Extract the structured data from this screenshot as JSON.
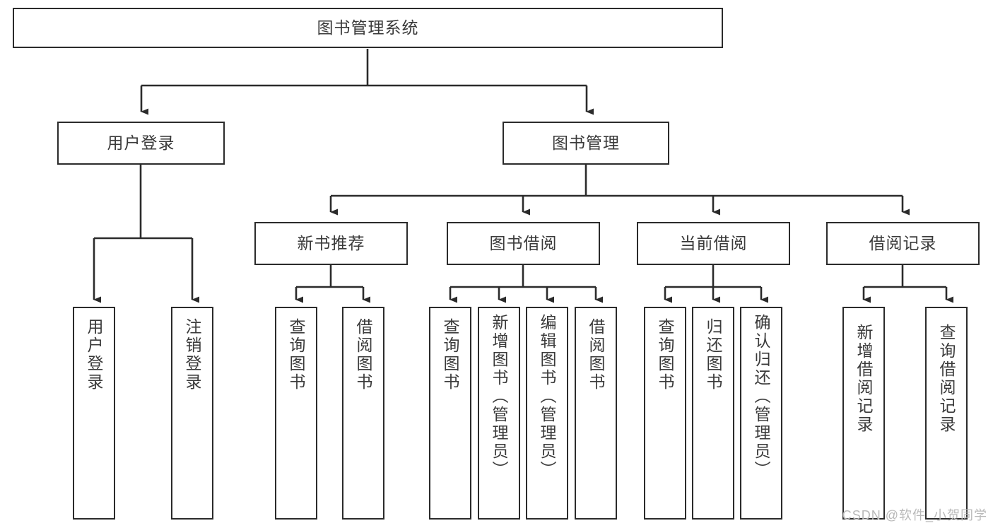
{
  "diagram": {
    "title": "图书管理系统",
    "type": "tree",
    "orientation": "top-down",
    "colors": {
      "box_border": "#2b2b2b",
      "box_fill": "#ffffff",
      "text": "#3a3a3a",
      "edge": "#2b2b2b",
      "watermark": "#b9b9b9",
      "background": "#ffffff"
    },
    "root": {
      "id": "root",
      "label": "图书管理系统",
      "orientation": "horizontal"
    },
    "level2": [
      {
        "id": "user-login",
        "label": "用户登录",
        "orientation": "horizontal"
      },
      {
        "id": "book-manage",
        "label": "图书管理",
        "orientation": "horizontal"
      }
    ],
    "level3": [
      {
        "id": "new-book-recommend",
        "label": "新书推荐",
        "orientation": "horizontal",
        "parent": "book-manage"
      },
      {
        "id": "book-borrow",
        "label": "图书借阅",
        "orientation": "horizontal",
        "parent": "book-manage"
      },
      {
        "id": "current-borrow",
        "label": "当前借阅",
        "orientation": "horizontal",
        "parent": "book-manage"
      },
      {
        "id": "borrow-record",
        "label": "借阅记录",
        "orientation": "horizontal",
        "parent": "book-manage"
      }
    ],
    "leaves": [
      {
        "id": "leaf-user-login",
        "label": "用户登录",
        "parent": "user-login"
      },
      {
        "id": "leaf-user-logout",
        "label": "注销登录",
        "parent": "user-login"
      },
      {
        "id": "leaf-query-book-1",
        "label": "查询图书",
        "parent": "new-book-recommend"
      },
      {
        "id": "leaf-borrow-book-1",
        "label": "借阅图书",
        "parent": "new-book-recommend"
      },
      {
        "id": "leaf-query-book-2",
        "label": "查询图书",
        "parent": "book-borrow"
      },
      {
        "id": "leaf-add-book",
        "label": "新增图书（管理员）",
        "parent": "book-borrow"
      },
      {
        "id": "leaf-edit-book",
        "label": "编辑图书（管理员）",
        "parent": "book-borrow"
      },
      {
        "id": "leaf-borrow-book-2",
        "label": "借阅图书",
        "parent": "book-borrow"
      },
      {
        "id": "leaf-query-book-3",
        "label": "查询图书",
        "parent": "current-borrow"
      },
      {
        "id": "leaf-return-book",
        "label": "归还图书",
        "parent": "current-borrow"
      },
      {
        "id": "leaf-confirm-return",
        "label": "确认归还（管理员）",
        "parent": "current-borrow"
      },
      {
        "id": "leaf-add-record",
        "label": "新增借阅记录",
        "parent": "borrow-record"
      },
      {
        "id": "leaf-query-record",
        "label": "查询借阅记录",
        "parent": "borrow-record"
      }
    ]
  },
  "watermark": {
    "text": "CSDN @软件_小贺同学"
  }
}
